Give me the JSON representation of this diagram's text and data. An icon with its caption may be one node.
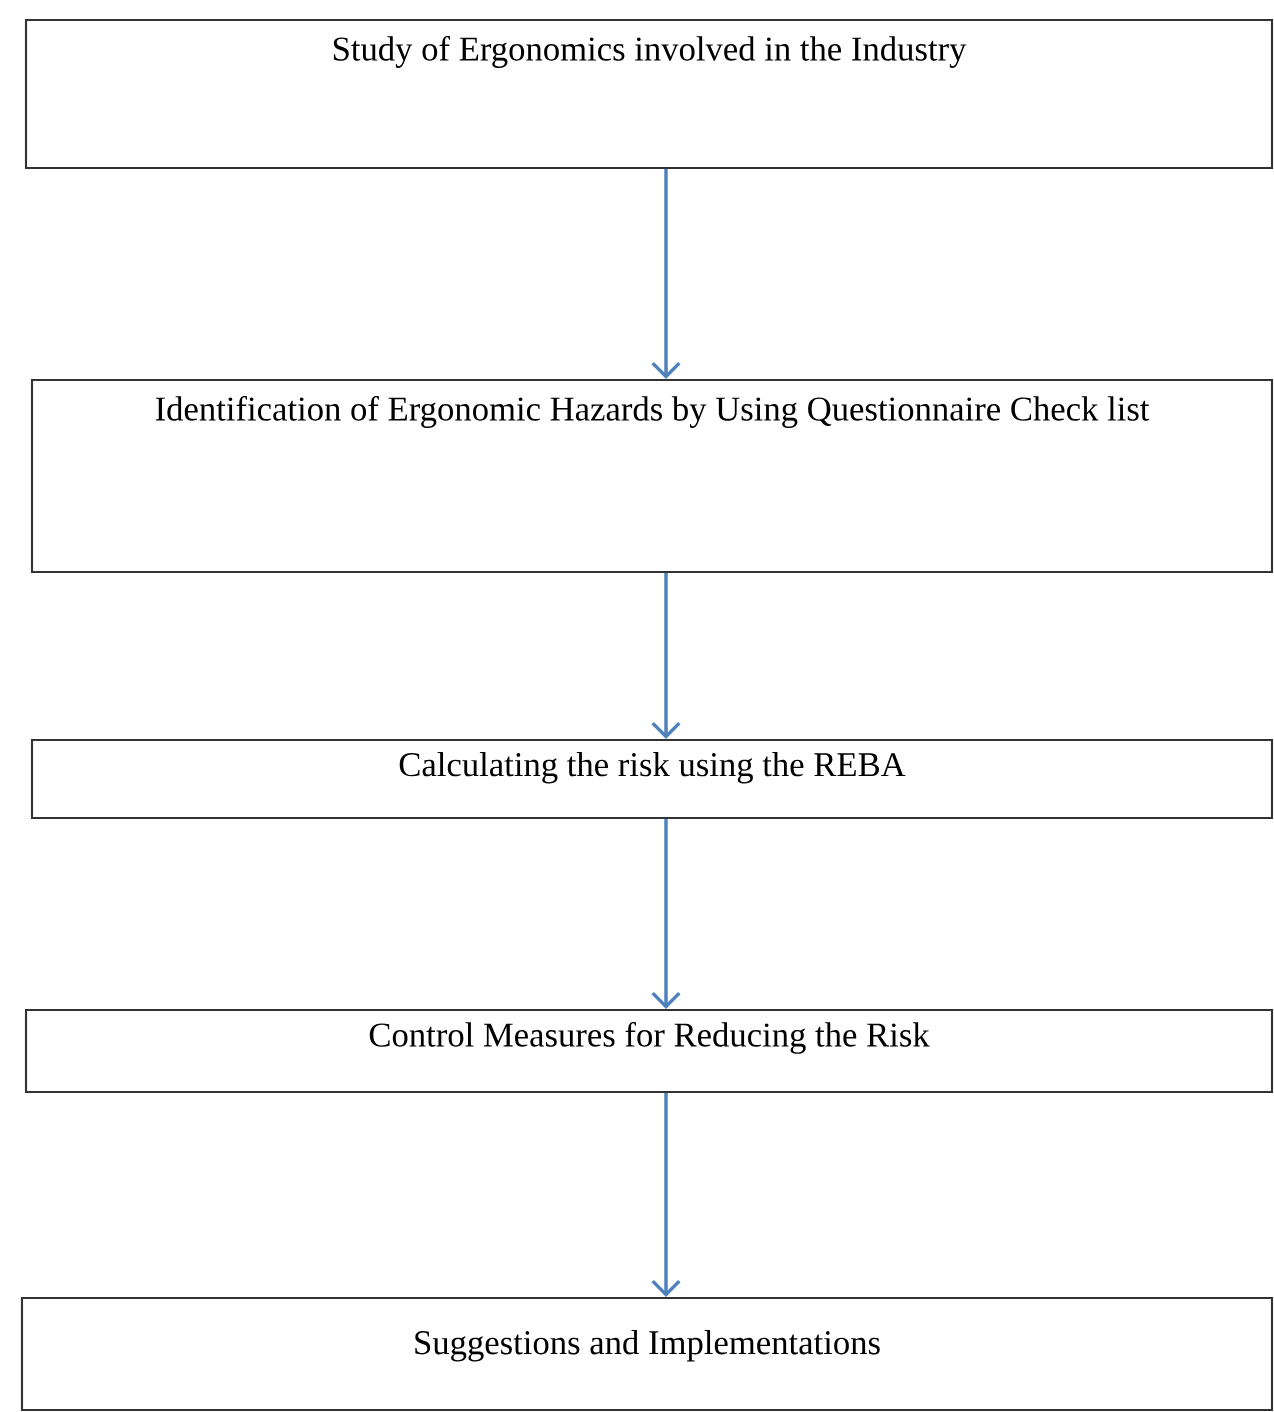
{
  "diagram": {
    "nodes": [
      {
        "text": [
          "Study of Ergonomics involved in the Industry"
        ]
      },
      {
        "text": [
          "Identification of Ergonomic Hazards by Using Questionnaire Check list"
        ]
      },
      {
        "text": [
          "Calculating the risk using the REBA"
        ]
      },
      {
        "text": [
          "Control Measures for Reducing the Risk"
        ]
      },
      {
        "text": [
          "Suggestions and Implementations"
        ]
      }
    ],
    "edges": [
      {
        "from": 0,
        "to": 1,
        "arrow": "to"
      },
      {
        "from": 1,
        "to": 2,
        "arrow": "to"
      },
      {
        "from": 2,
        "to": 3,
        "arrow": "to"
      },
      {
        "from": 3,
        "to": 4,
        "arrow": "to"
      }
    ]
  }
}
